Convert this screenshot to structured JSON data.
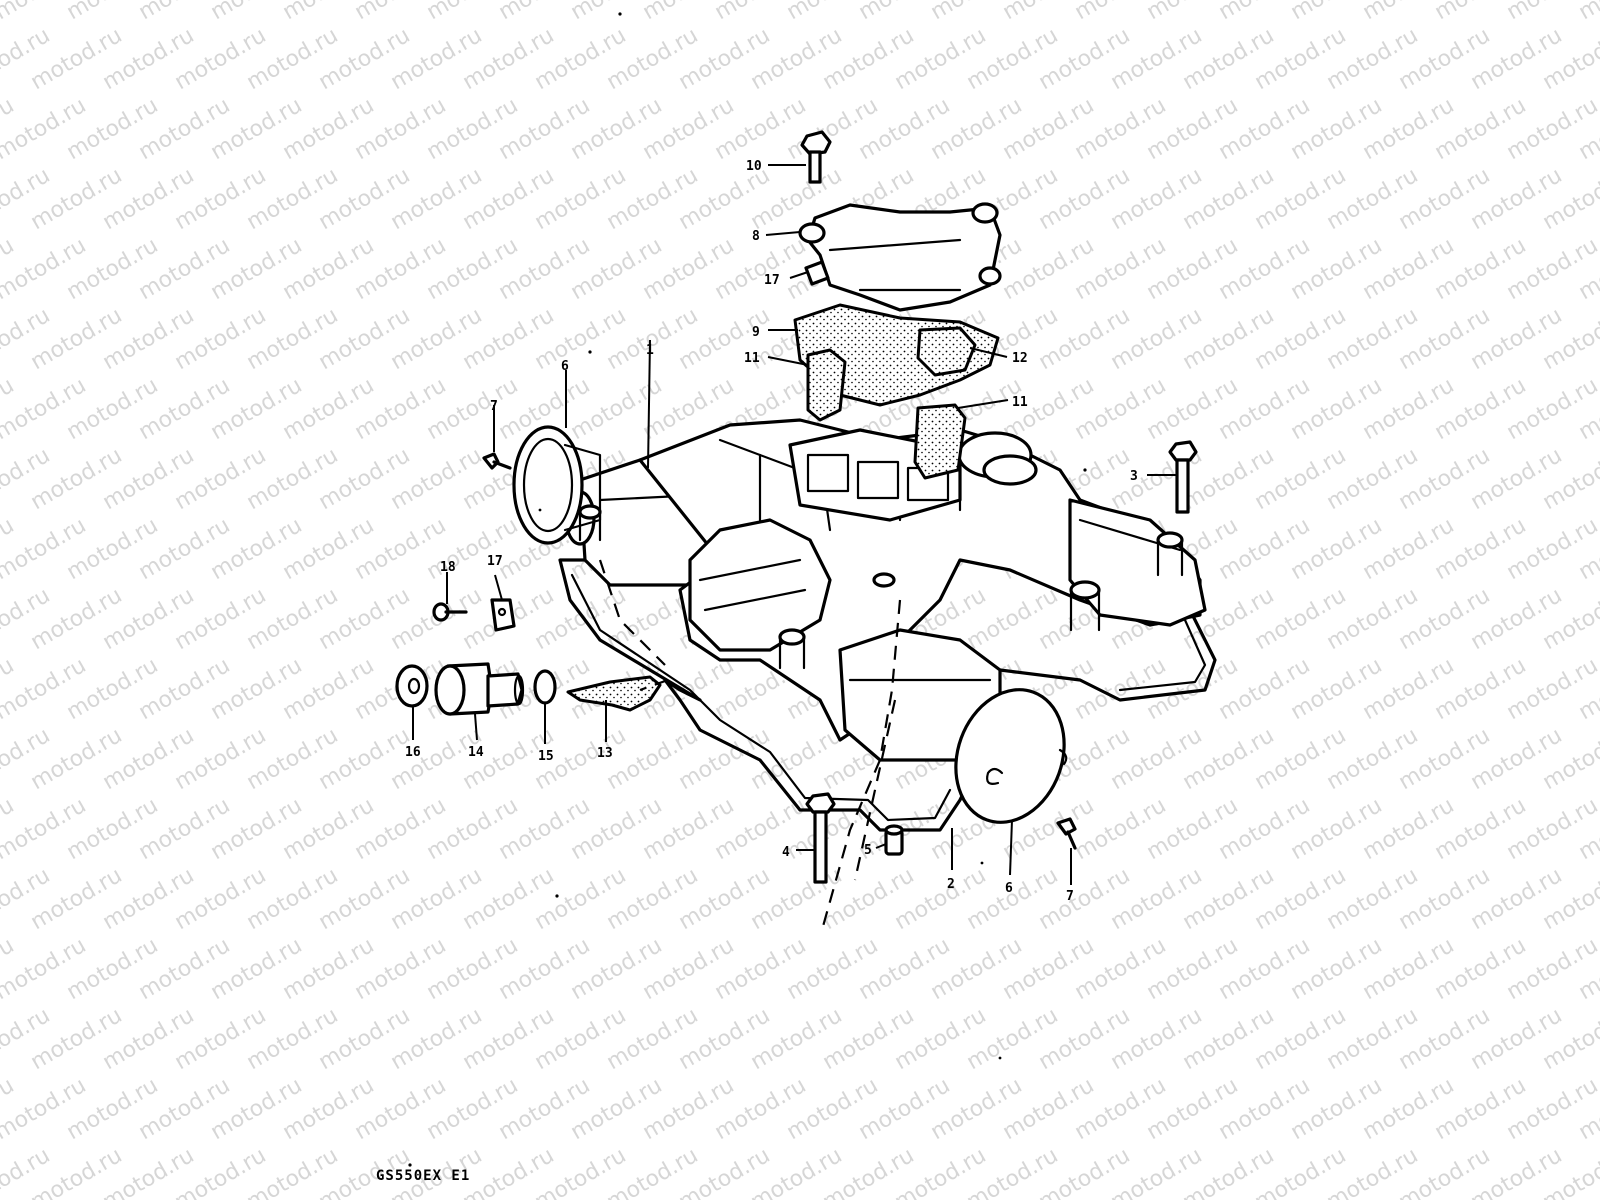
{
  "watermark": {
    "text": "motod.ru",
    "color": "#d6d6d6"
  },
  "model_code": "GS550EX  E1",
  "callouts": {
    "c1": "1",
    "c2": "2",
    "c3": "3",
    "c4": "4",
    "c5": "5",
    "c6a": "6",
    "c6b": "6",
    "c7a": "7",
    "c7b": "7",
    "c8": "8",
    "c9": "9",
    "c10": "10",
    "c11a": "11",
    "c11b": "11",
    "c12": "12",
    "c13": "13",
    "c14": "14",
    "c15": "15",
    "c16": "16",
    "c17a": "17",
    "c17b": "17",
    "c18": "18"
  }
}
